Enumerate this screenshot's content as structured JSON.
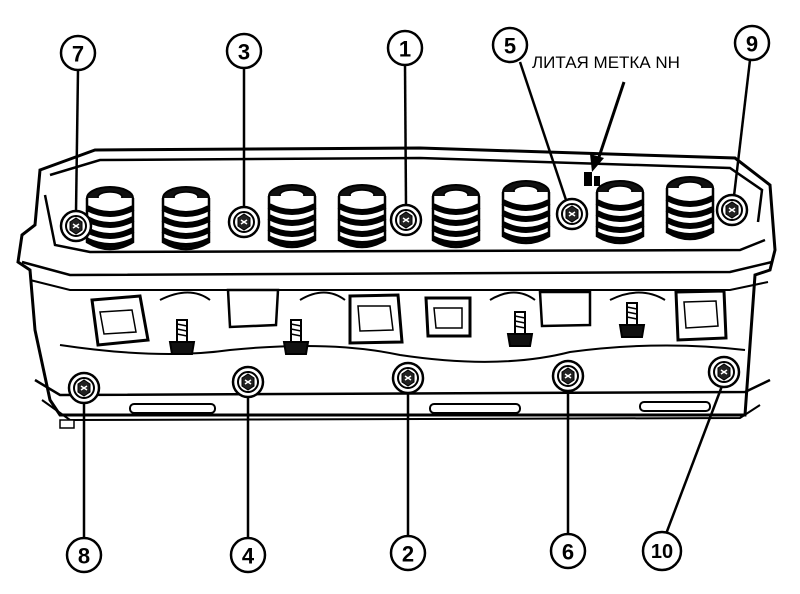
{
  "callouts": [
    {
      "id": "1",
      "label": "1"
    },
    {
      "id": "2",
      "label": "2"
    },
    {
      "id": "3",
      "label": "3"
    },
    {
      "id": "4",
      "label": "4"
    },
    {
      "id": "5",
      "label": "5"
    },
    {
      "id": "6",
      "label": "6"
    },
    {
      "id": "7",
      "label": "7"
    },
    {
      "id": "8",
      "label": "8"
    },
    {
      "id": "9",
      "label": "9"
    },
    {
      "id": "10",
      "label": "10"
    }
  ],
  "casting_mark": {
    "label": "ЛИТАЯ МЕТКА NH"
  },
  "colors": {
    "ink": "#000000",
    "paper": "#ffffff",
    "shade": "#1a1a1a"
  }
}
